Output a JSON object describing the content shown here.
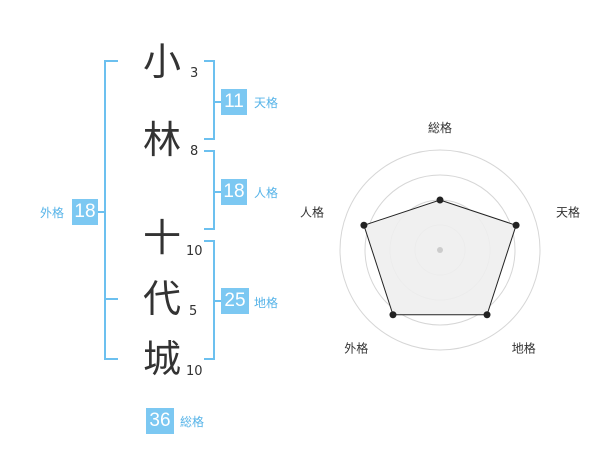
{
  "characters": [
    {
      "char": "小",
      "strokes": "3"
    },
    {
      "char": "林",
      "strokes": "8"
    },
    {
      "char": "十",
      "strokes": "10"
    },
    {
      "char": "代",
      "strokes": "5"
    },
    {
      "char": "城",
      "strokes": "10"
    }
  ],
  "kaku": {
    "tenkaku": {
      "value": "11",
      "label": "天格"
    },
    "jinkaku": {
      "value": "18",
      "label": "人格"
    },
    "chikaku": {
      "value": "25",
      "label": "地格"
    },
    "gaikaku": {
      "value": "18",
      "label": "外格"
    },
    "soukaku": {
      "value": "36",
      "label": "総格"
    }
  },
  "radar": {
    "axes": [
      "総格",
      "天格",
      "地格",
      "外格",
      "人格"
    ],
    "values": [
      0.5,
      0.8,
      0.8,
      0.8,
      0.8
    ],
    "max": 1.0,
    "rings": 4,
    "line_color": "#222222",
    "fill_color": "#eeeeee",
    "ring_color": "#d6d6d6"
  },
  "colors": {
    "accent_box": "#7cc8f2",
    "accent_text": "#55b3e8",
    "bracket": "#6cc0ef"
  }
}
